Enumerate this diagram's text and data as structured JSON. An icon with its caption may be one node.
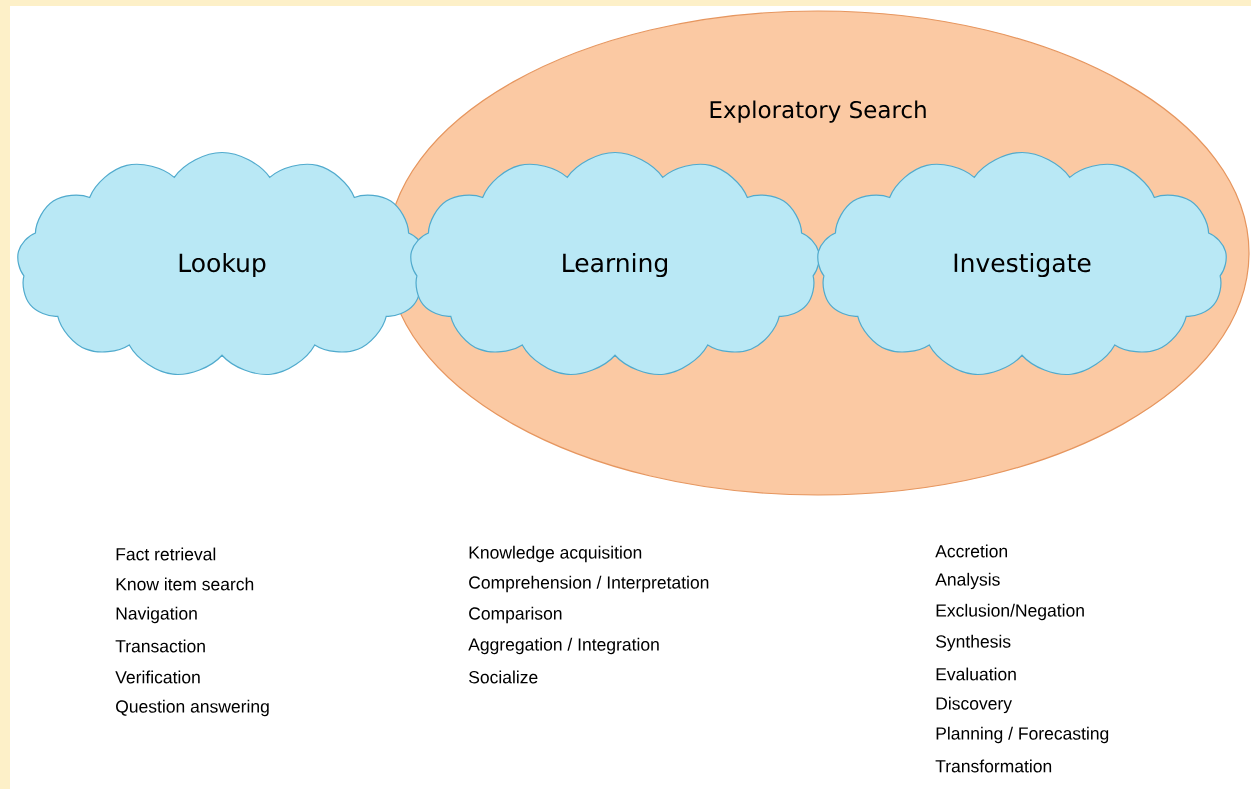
{
  "diagram": {
    "nodes": [
      {
        "text": [
          "Exploratory Search"
        ]
      },
      {
        "text": [
          "Lookup"
        ],
        "beside": [
          "Fact retrieval",
          "Know item search",
          "Navigation",
          "Transaction",
          "Verification",
          "Question answering"
        ]
      },
      {
        "text": [
          "Learning"
        ],
        "in": 0,
        "beside": [
          "Knowledge acquisition",
          "Comprehension / Interpretation",
          "Comparison",
          "Aggregation / Integration",
          "Socialize"
        ]
      },
      {
        "text": [
          "Investigate"
        ],
        "in": 0,
        "beside": [
          "Accretion",
          "Analysis",
          "Exclusion/Negation",
          "Synthesis",
          "Evaluation",
          "Discovery",
          "Planning / Forecasting",
          "Transformation"
        ]
      }
    ],
    "edges": []
  }
}
